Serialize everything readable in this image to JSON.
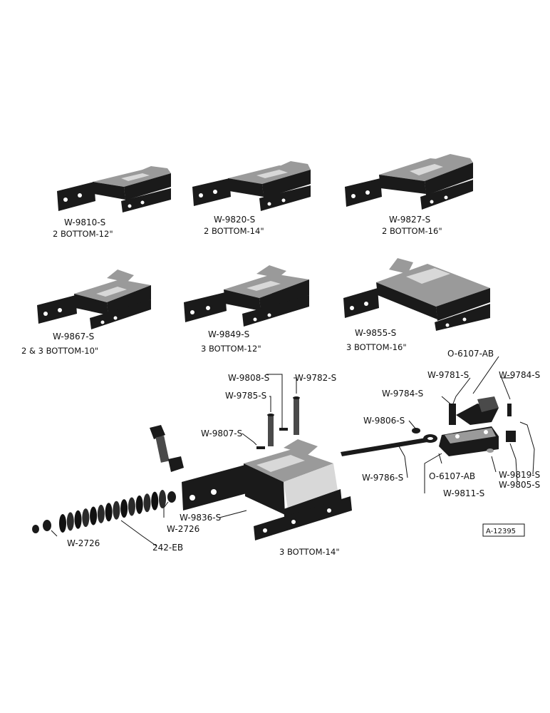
{
  "hitches": [
    {
      "part": "W-9810-S",
      "caption": "2 BOTTOM-12\""
    },
    {
      "part": "W-9820-S",
      "caption": "2 BOTTOM-14\""
    },
    {
      "part": "W-9827-S",
      "caption": "2 BOTTOM-16\""
    },
    {
      "part": "W-9867-S",
      "caption": "2 & 3 BOTTOM-10\""
    },
    {
      "part": "W-9849-S",
      "caption": "3 BOTTOM-12\""
    },
    {
      "part": "W-9855-S",
      "caption": "3 BOTTOM-16\""
    }
  ],
  "assembly": {
    "main_part": "W-9836-S",
    "main_caption": "3 BOTTOM-14\"",
    "callouts": {
      "c1": "W-9808-S",
      "c2": "W-9782-S",
      "c3": "W-9785-S",
      "c4": "W-9807-S",
      "c5": "W-2726",
      "c6": "W-2726",
      "c7": "242-EB",
      "c8": "O-6107-AB",
      "c9": "W-9781-S",
      "c10": "W-9784-S",
      "c11": "W-9784-S",
      "c12": "W-9806-S",
      "c13": "W-9786-S",
      "c14": "O-6107-AB",
      "c15": "W-9811-S",
      "c16": "W-9819-S",
      "c17": "W-9805-S"
    }
  },
  "figure_ref": "A-12395"
}
